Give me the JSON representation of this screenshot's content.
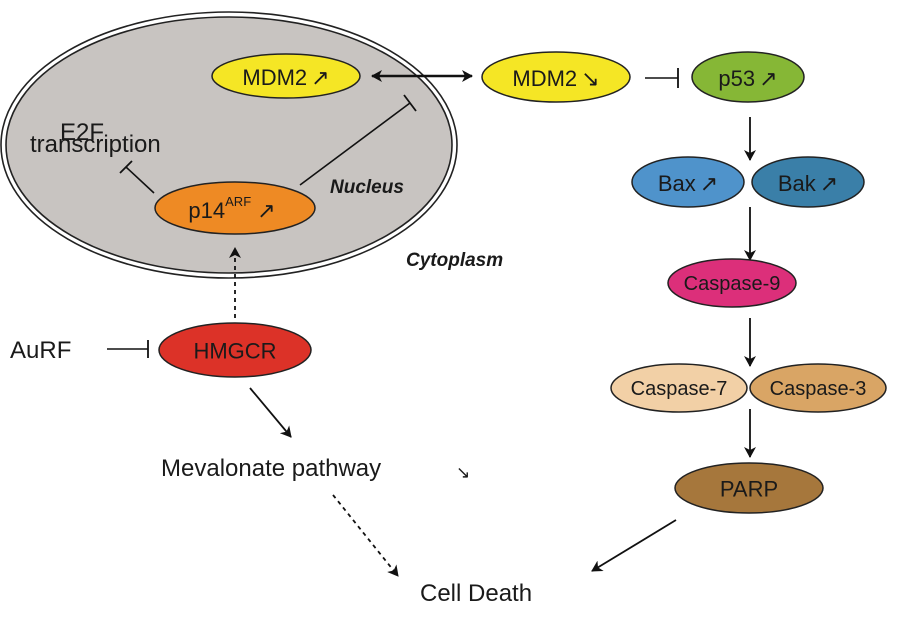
{
  "figure": {
    "compartments": {
      "nucleus_label": "Nucleus",
      "cytoplasm_label": "Cytoplasm",
      "nucleus_fill": "#c8c4c1"
    },
    "nodes": {
      "mdm2_nuclear": {
        "label": "MDM2",
        "trend": "↗",
        "fill": "#f5e625"
      },
      "mdm2_cyto": {
        "label": "MDM2",
        "trend": "↘",
        "fill": "#f5e625"
      },
      "p53": {
        "label": "p53",
        "trend": "↗",
        "fill": "#86b736"
      },
      "p14arf": {
        "label": "p14",
        "superscript": "ARF",
        "trend": "↗",
        "fill": "#ee8a24"
      },
      "bax": {
        "label": "Bax",
        "trend": "↗",
        "fill": "#4f93cb"
      },
      "bak": {
        "label": "Bak",
        "trend": "↗",
        "fill": "#3a7fa8"
      },
      "caspase9": {
        "label": "Caspase-9",
        "fill": "#dc2f7a"
      },
      "caspase7": {
        "label": "Caspase-7",
        "fill": "#f2d0a6"
      },
      "caspase3": {
        "label": "Caspase-3",
        "fill": "#d9a565"
      },
      "parp": {
        "label": "PARP",
        "fill": "#a6773c"
      },
      "hmgcr": {
        "label": "HMGCR",
        "fill": "#dc3228"
      }
    },
    "texts": {
      "e2f_line1": "E2F",
      "e2f_line2": "transcription",
      "aurf": "AuRF",
      "mevalonate": "Mevalonate pathway",
      "mevalonate_trend": "↘",
      "cell_death": "Cell Death"
    },
    "edges": [
      {
        "from": "mdm2_nuclear",
        "to": "mdm2_cyto",
        "type": "bidirectional"
      },
      {
        "from": "mdm2_cyto",
        "to": "p53",
        "type": "inhibition"
      },
      {
        "from": "p14arf",
        "to": "mdm2_nuclear",
        "type": "inhibition"
      },
      {
        "from": "p14arf",
        "to": "e2f_transcription",
        "type": "inhibition"
      },
      {
        "from": "hmgcr",
        "to": "p14arf",
        "type": "dashed-activation"
      },
      {
        "from": "aurf",
        "to": "hmgcr",
        "type": "inhibition"
      },
      {
        "from": "hmgcr",
        "to": "mevalonate_pathway",
        "type": "activation"
      },
      {
        "from": "mevalonate_pathway",
        "to": "cell_death",
        "type": "dashed-activation"
      },
      {
        "from": "p53",
        "to": "bax_bak",
        "type": "activation"
      },
      {
        "from": "bax_bak",
        "to": "caspase9",
        "type": "activation"
      },
      {
        "from": "caspase9",
        "to": "caspase7_3",
        "type": "activation"
      },
      {
        "from": "caspase7_3",
        "to": "parp",
        "type": "activation"
      },
      {
        "from": "parp",
        "to": "cell_death",
        "type": "activation"
      }
    ]
  }
}
